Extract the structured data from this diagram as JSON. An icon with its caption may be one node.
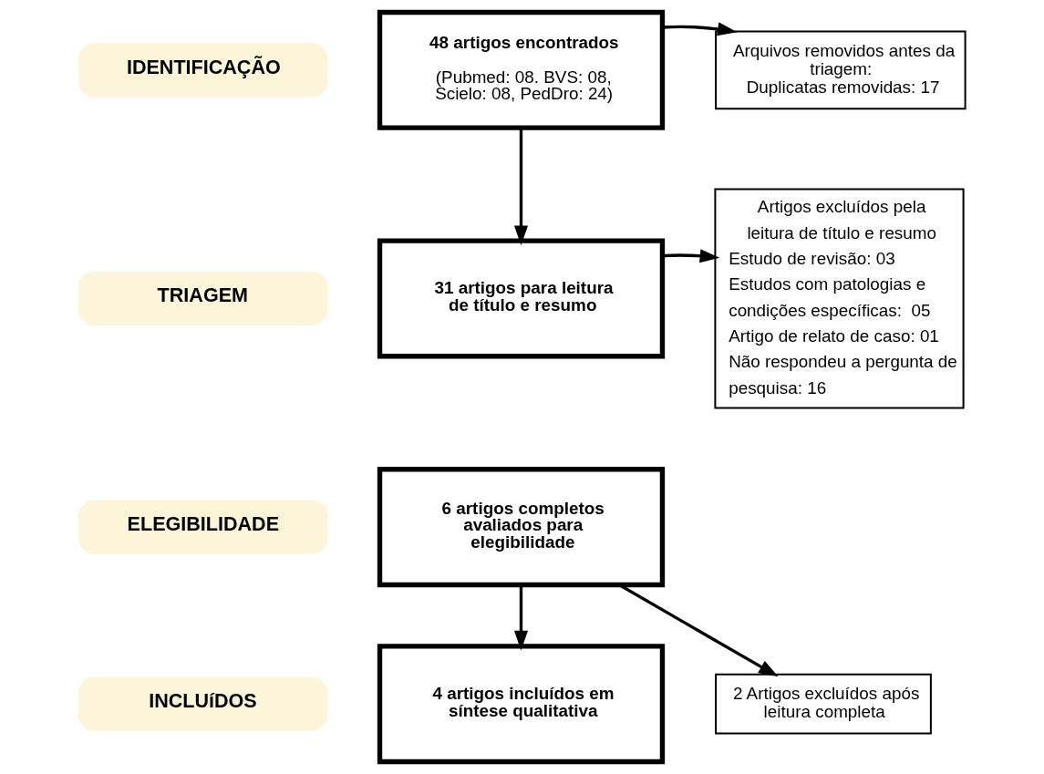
{
  "diagram": {
    "nodes": [
      {
        "text": [
          "IDENTIFICAÇÃO"
        ]
      },
      {
        "text": [
          "48 artigos encontrados",
          "(Pubmed: 08. BVS: 08, Scielo: 08, PedDro: 24)"
        ]
      },
      {
        "text": [
          "Arquivos removidos antes da triagem:",
          "Duplicatas removidas: 17"
        ]
      },
      {
        "text": [
          "TRIAGEM"
        ]
      },
      {
        "text": [
          "31 artigos para leitura de título e resumo"
        ]
      },
      {
        "text": [
          "Artigos excluídos pela leitura de título e resumo",
          "Estudo de revisão: 03",
          "Estudos com patologias e condições específicas:  05",
          "Artigo de relato de caso: 01",
          "Não respondeu a pergunta de pesquisa: 16"
        ]
      },
      {
        "text": [
          "ELEGIBILIDADE"
        ]
      },
      {
        "text": [
          "6 artigos completos avaliados para elegibilidade"
        ]
      },
      {
        "text": [
          "2 Artigos excluídos após leitura completa"
        ]
      },
      {
        "text": [
          "INCLUíDOS"
        ]
      },
      {
        "text": [
          "4 artigos incluídos em síntese qualitativa"
        ]
      }
    ],
    "edges": [
      {
        "from": 1,
        "to": 2,
        "arrow": "to"
      },
      {
        "from": 1,
        "to": 4,
        "arrow": "to"
      },
      {
        "from": 4,
        "to": 5,
        "arrow": "to"
      },
      {
        "from": 7,
        "to": 8,
        "arrow": "to"
      },
      {
        "from": 7,
        "to": 10,
        "arrow": "to"
      }
    ]
  }
}
